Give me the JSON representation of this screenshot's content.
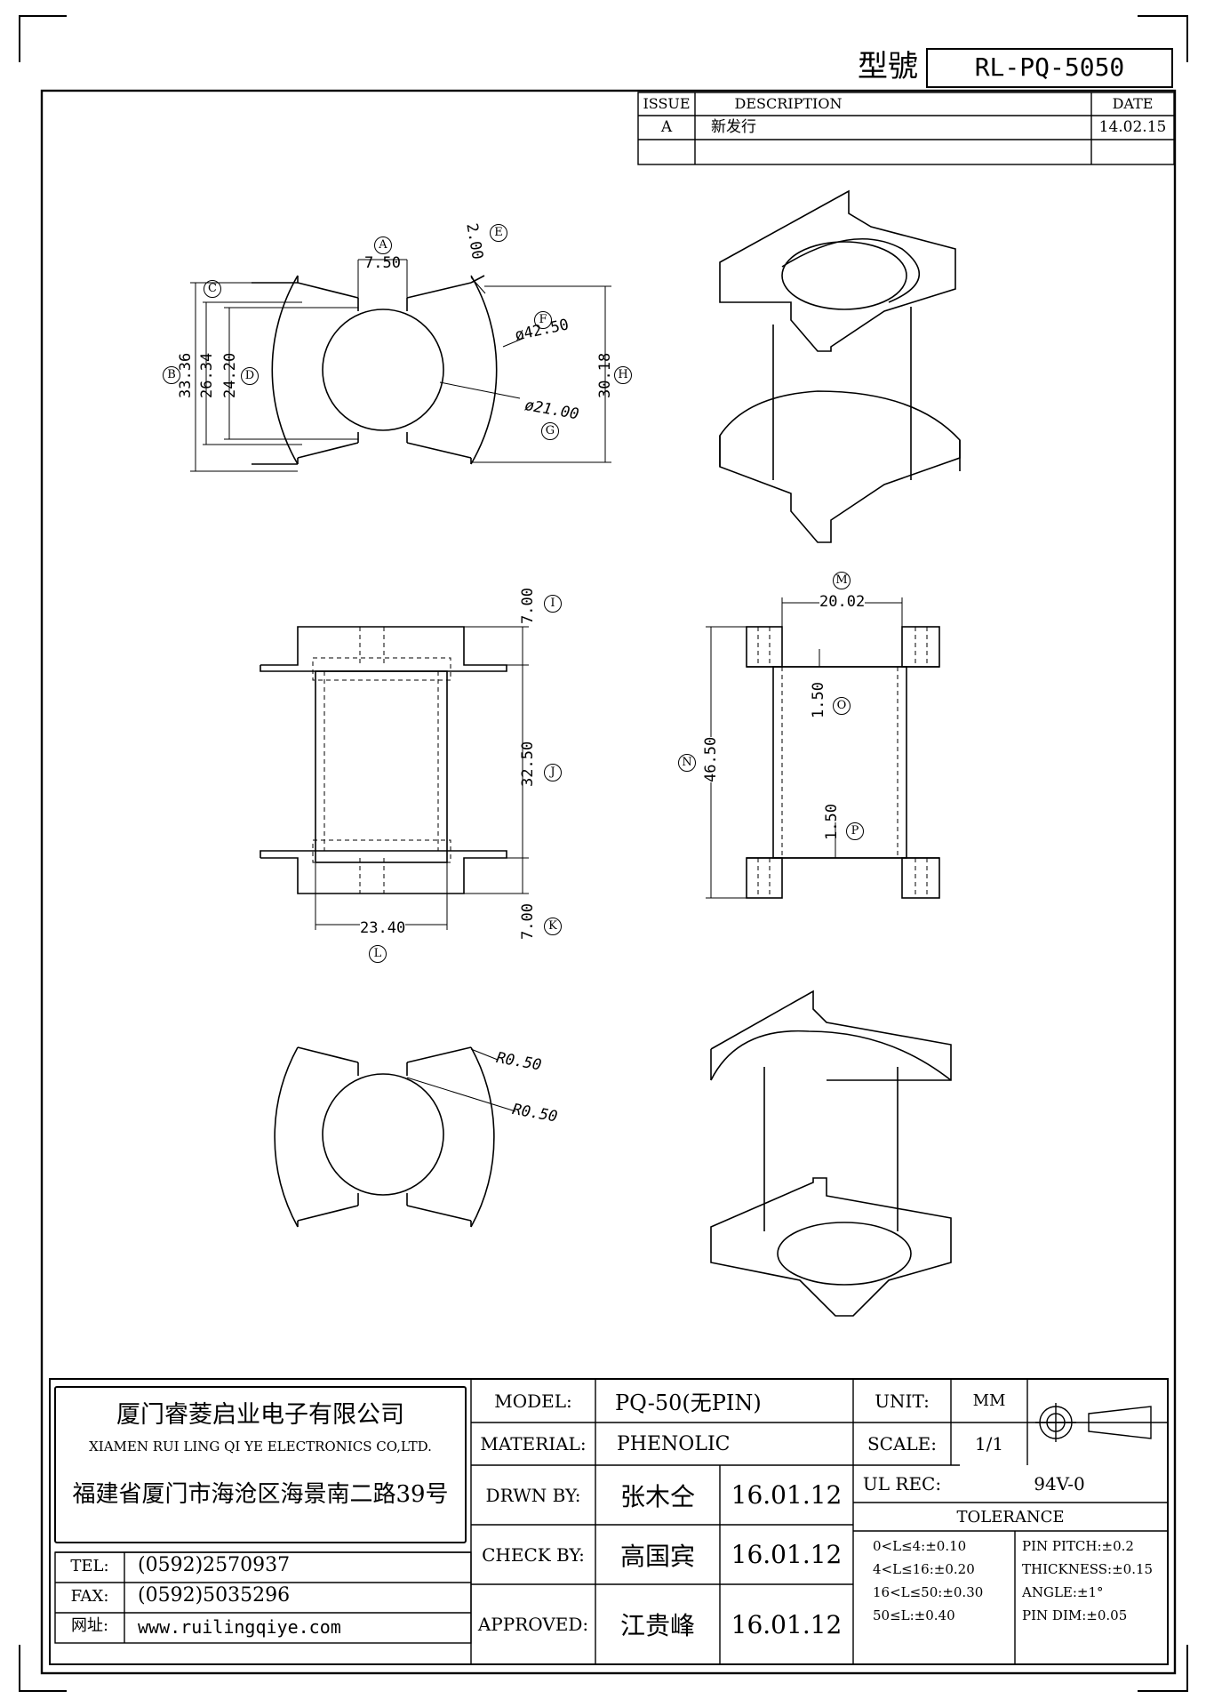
{
  "header": {
    "model_label": "型號",
    "model_value": "RL-PQ-5050"
  },
  "revision": {
    "headers": [
      "ISSUE",
      "DESCRIPTION",
      "DATE"
    ],
    "rows": [
      {
        "issue": "A",
        "description": "新发行",
        "date": "14.02.15"
      }
    ]
  },
  "dimensions": {
    "A": "7.50",
    "B": "33.36",
    "C": "26.34",
    "D": "24.20",
    "E": "2.00",
    "F": "ø42.50",
    "G": "ø21.00",
    "H": "30.18",
    "I": "7.00",
    "J": "32.50",
    "K": "7.00",
    "L": "23.40",
    "M": "20.02",
    "N": "46.50",
    "O": "1.50",
    "P": "1.50",
    "R1": "R0.50",
    "R2": "R0.50"
  },
  "callouts": [
    "A",
    "B",
    "C",
    "D",
    "E",
    "F",
    "G",
    "H",
    "I",
    "J",
    "K",
    "L",
    "M",
    "N",
    "O",
    "P"
  ],
  "company": {
    "name_cn": "厦门睿菱启业电子有限公司",
    "name_en": "XIAMEN RUI LING QI YE ELECTRONICS CO,LTD.",
    "address": "福建省厦门市海沧区海景南二路39号",
    "tel_label": "TEL:",
    "tel": "(0592)2570937",
    "fax_label": "FAX:",
    "fax": "(0592)5035296",
    "web_label": "网址:",
    "web": "www.ruilingqiye.com"
  },
  "title_block": {
    "model_label": "MODEL:",
    "model": "PQ-50(无PIN)",
    "material_label": "MATERIAL:",
    "material": "PHENOLIC",
    "drawn_label": "DRWN BY:",
    "drawn_by": "张木仝",
    "drawn_date": "16.01.12",
    "check_label": "CHECK BY:",
    "check_by": "高国宾",
    "check_date": "16.01.12",
    "approved_label": "APPROVED:",
    "approved_by": "江贵峰",
    "approved_date": "16.01.12",
    "unit_label": "UNIT:",
    "unit": "MM",
    "scale_label": "SCALE:",
    "scale": "1/1",
    "ul_label": "UL REC:",
    "ul": "94V-0",
    "tolerance_label": "TOLERANCE",
    "tolerances": [
      "0<L≤4:±0.10",
      "4<L≤16:±0.20",
      "16<L≤50:±0.30",
      "50≤L:±0.40"
    ],
    "specs": [
      "PIN PITCH:±0.2",
      "THICKNESS:±0.15",
      "ANGLE:±1°",
      "PIN DIM:±0.05"
    ]
  }
}
